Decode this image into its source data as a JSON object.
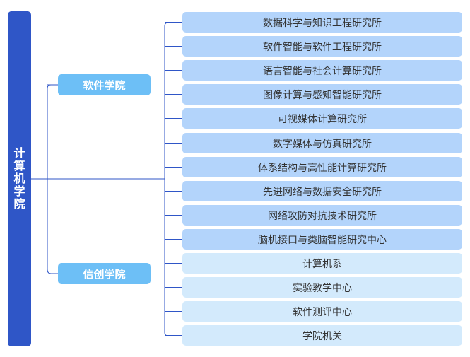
{
  "root": {
    "label": "计算机学院"
  },
  "departments": [
    {
      "label": "软件学院"
    },
    {
      "label": "信创学院"
    }
  ],
  "units": [
    {
      "label": "数据科学与知识工程研究所",
      "group": "a"
    },
    {
      "label": "软件智能与软件工程研究所",
      "group": "a"
    },
    {
      "label": "语言智能与社会计算研究所",
      "group": "a"
    },
    {
      "label": "图像计算与感知智能研究所",
      "group": "a"
    },
    {
      "label": "可视媒体计算研究所",
      "group": "a"
    },
    {
      "label": "数字媒体与仿真研究所",
      "group": "a"
    },
    {
      "label": "体系结构与高性能计算研究所",
      "group": "a"
    },
    {
      "label": "先进网络与数据安全研究所",
      "group": "a"
    },
    {
      "label": "网络攻防对抗技术研究所",
      "group": "a"
    },
    {
      "label": "脑机接口与类脑智能研究中心",
      "group": "a"
    },
    {
      "label": "计算机系",
      "group": "b"
    },
    {
      "label": "实验教学中心",
      "group": "b"
    },
    {
      "label": "软件测评中心",
      "group": "b"
    },
    {
      "label": "学院机关",
      "group": "b"
    }
  ],
  "colors": {
    "root": "#2f56c7",
    "department": "#6dbff6",
    "unit_research": "#b3d4fb",
    "unit_other": "#d3eafc",
    "connector": "#2f56c7"
  }
}
